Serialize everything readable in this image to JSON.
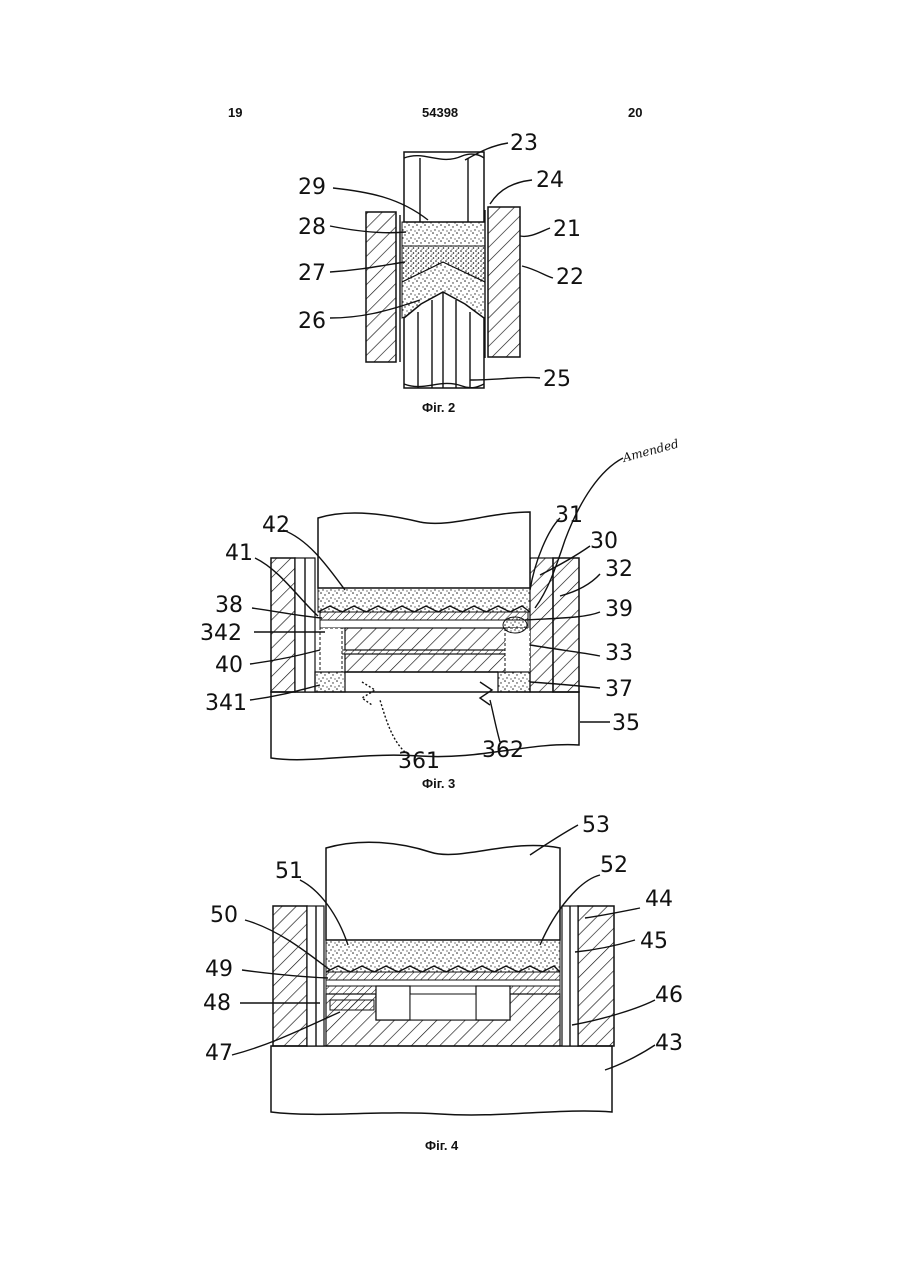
{
  "header": {
    "left_page": "19",
    "patent_number": "54398",
    "right_page": "20"
  },
  "fig2": {
    "caption": "Фіг. 2",
    "labels": {
      "l23": "23",
      "l24": "24",
      "l29": "29",
      "l28": "28",
      "l21": "21",
      "l27": "27",
      "l22": "22",
      "l26": "26",
      "l25": "25"
    }
  },
  "fig3": {
    "caption": "Фіг. 3",
    "annotation": "Amended",
    "labels": {
      "l42": "42",
      "l31": "31",
      "l30": "30",
      "l41": "41",
      "l32": "32",
      "l38": "38",
      "l39": "39",
      "l342": "342",
      "l33": "33",
      "l40": "40",
      "l37": "37",
      "l341": "341",
      "l35": "35",
      "l361": "361",
      "l362": "362"
    }
  },
  "fig4": {
    "caption": "Фіг. 4",
    "labels": {
      "l53": "53",
      "l51": "51",
      "l52": "52",
      "l50": "50",
      "l44": "44",
      "l45": "45",
      "l49": "49",
      "l46": "46",
      "l48": "48",
      "l47": "47",
      "l43": "43"
    }
  }
}
